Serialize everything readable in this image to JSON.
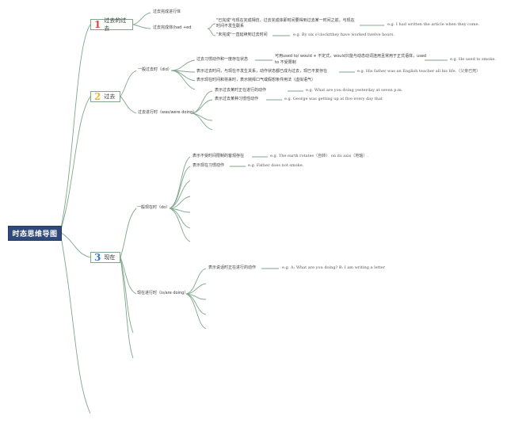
{
  "title": "时态思维导图",
  "sections": [
    {
      "num": "1",
      "label": "过去的过去",
      "color": "#d9443a"
    },
    {
      "num": "2",
      "label": "过去",
      "color": "#e8b83a"
    },
    {
      "num": "3",
      "label": "现在",
      "color": "#3a79c9"
    }
  ],
  "past_perfect": {
    "n1": "过去完成进行体",
    "n2": "过去完成体(had +ed",
    "n2a_l1": "\"已完成\"与现在完成相仿，过去完成体即时间要得到过去某一时间之前。与现在",
    "n2a_l2": "时间不发生联系",
    "n2a_ex": "e.g. I had written the article when they come.",
    "n2b": "\"未完成\"一直延续到过去时间",
    "n2b_ex": "e.g. By six o'clocktthey have worked twelve hours."
  },
  "past": {
    "simple": "一般过去时（did）",
    "s1": "过去习惯动作和一度存在状态",
    "s1a_l1": "可用used to/ would + 不定式，would只能与动态动词连用且常用于正式语体，used",
    "s1a_l2": "to 不受限制",
    "s1a_ex": "e.g. He used to smoke.",
    "s2": "表示过去时间，与现在不发生关系，动作状态都已成为过去，现已不复存在",
    "s2_ex": "e.g. His father was an English teacher all his life.（父亲已死）",
    "s3": "表示现在时间和将来时，表示婉拜口气或假想条件用法（虚拟语气）",
    "cont": "过去进行时（was/were doing）",
    "c1": "表示过去某时正在进行的动作",
    "c1_ex": "e.g. What are you doing yesterday at seven p.m.",
    "c2": "表示过去某种习惯性动作",
    "c2_ex": "e.g. George was getting up at five every day that"
  },
  "present": {
    "simple": "一般现在时（do）",
    "s1": "表示不受时间限制的客观存在",
    "s1_ex": "e.g. The earth rotates（自转） on its axis（地轴）.",
    "s2": "表示现在习惯动作",
    "s2_ex": "e.g. Father does not smoke.",
    "cont": "现在进行时（is/are doing）",
    "c1": "表示说话时正在进行的动作",
    "c1_ex": "e.g. A: What are you doing? B: I am writing a letter"
  }
}
